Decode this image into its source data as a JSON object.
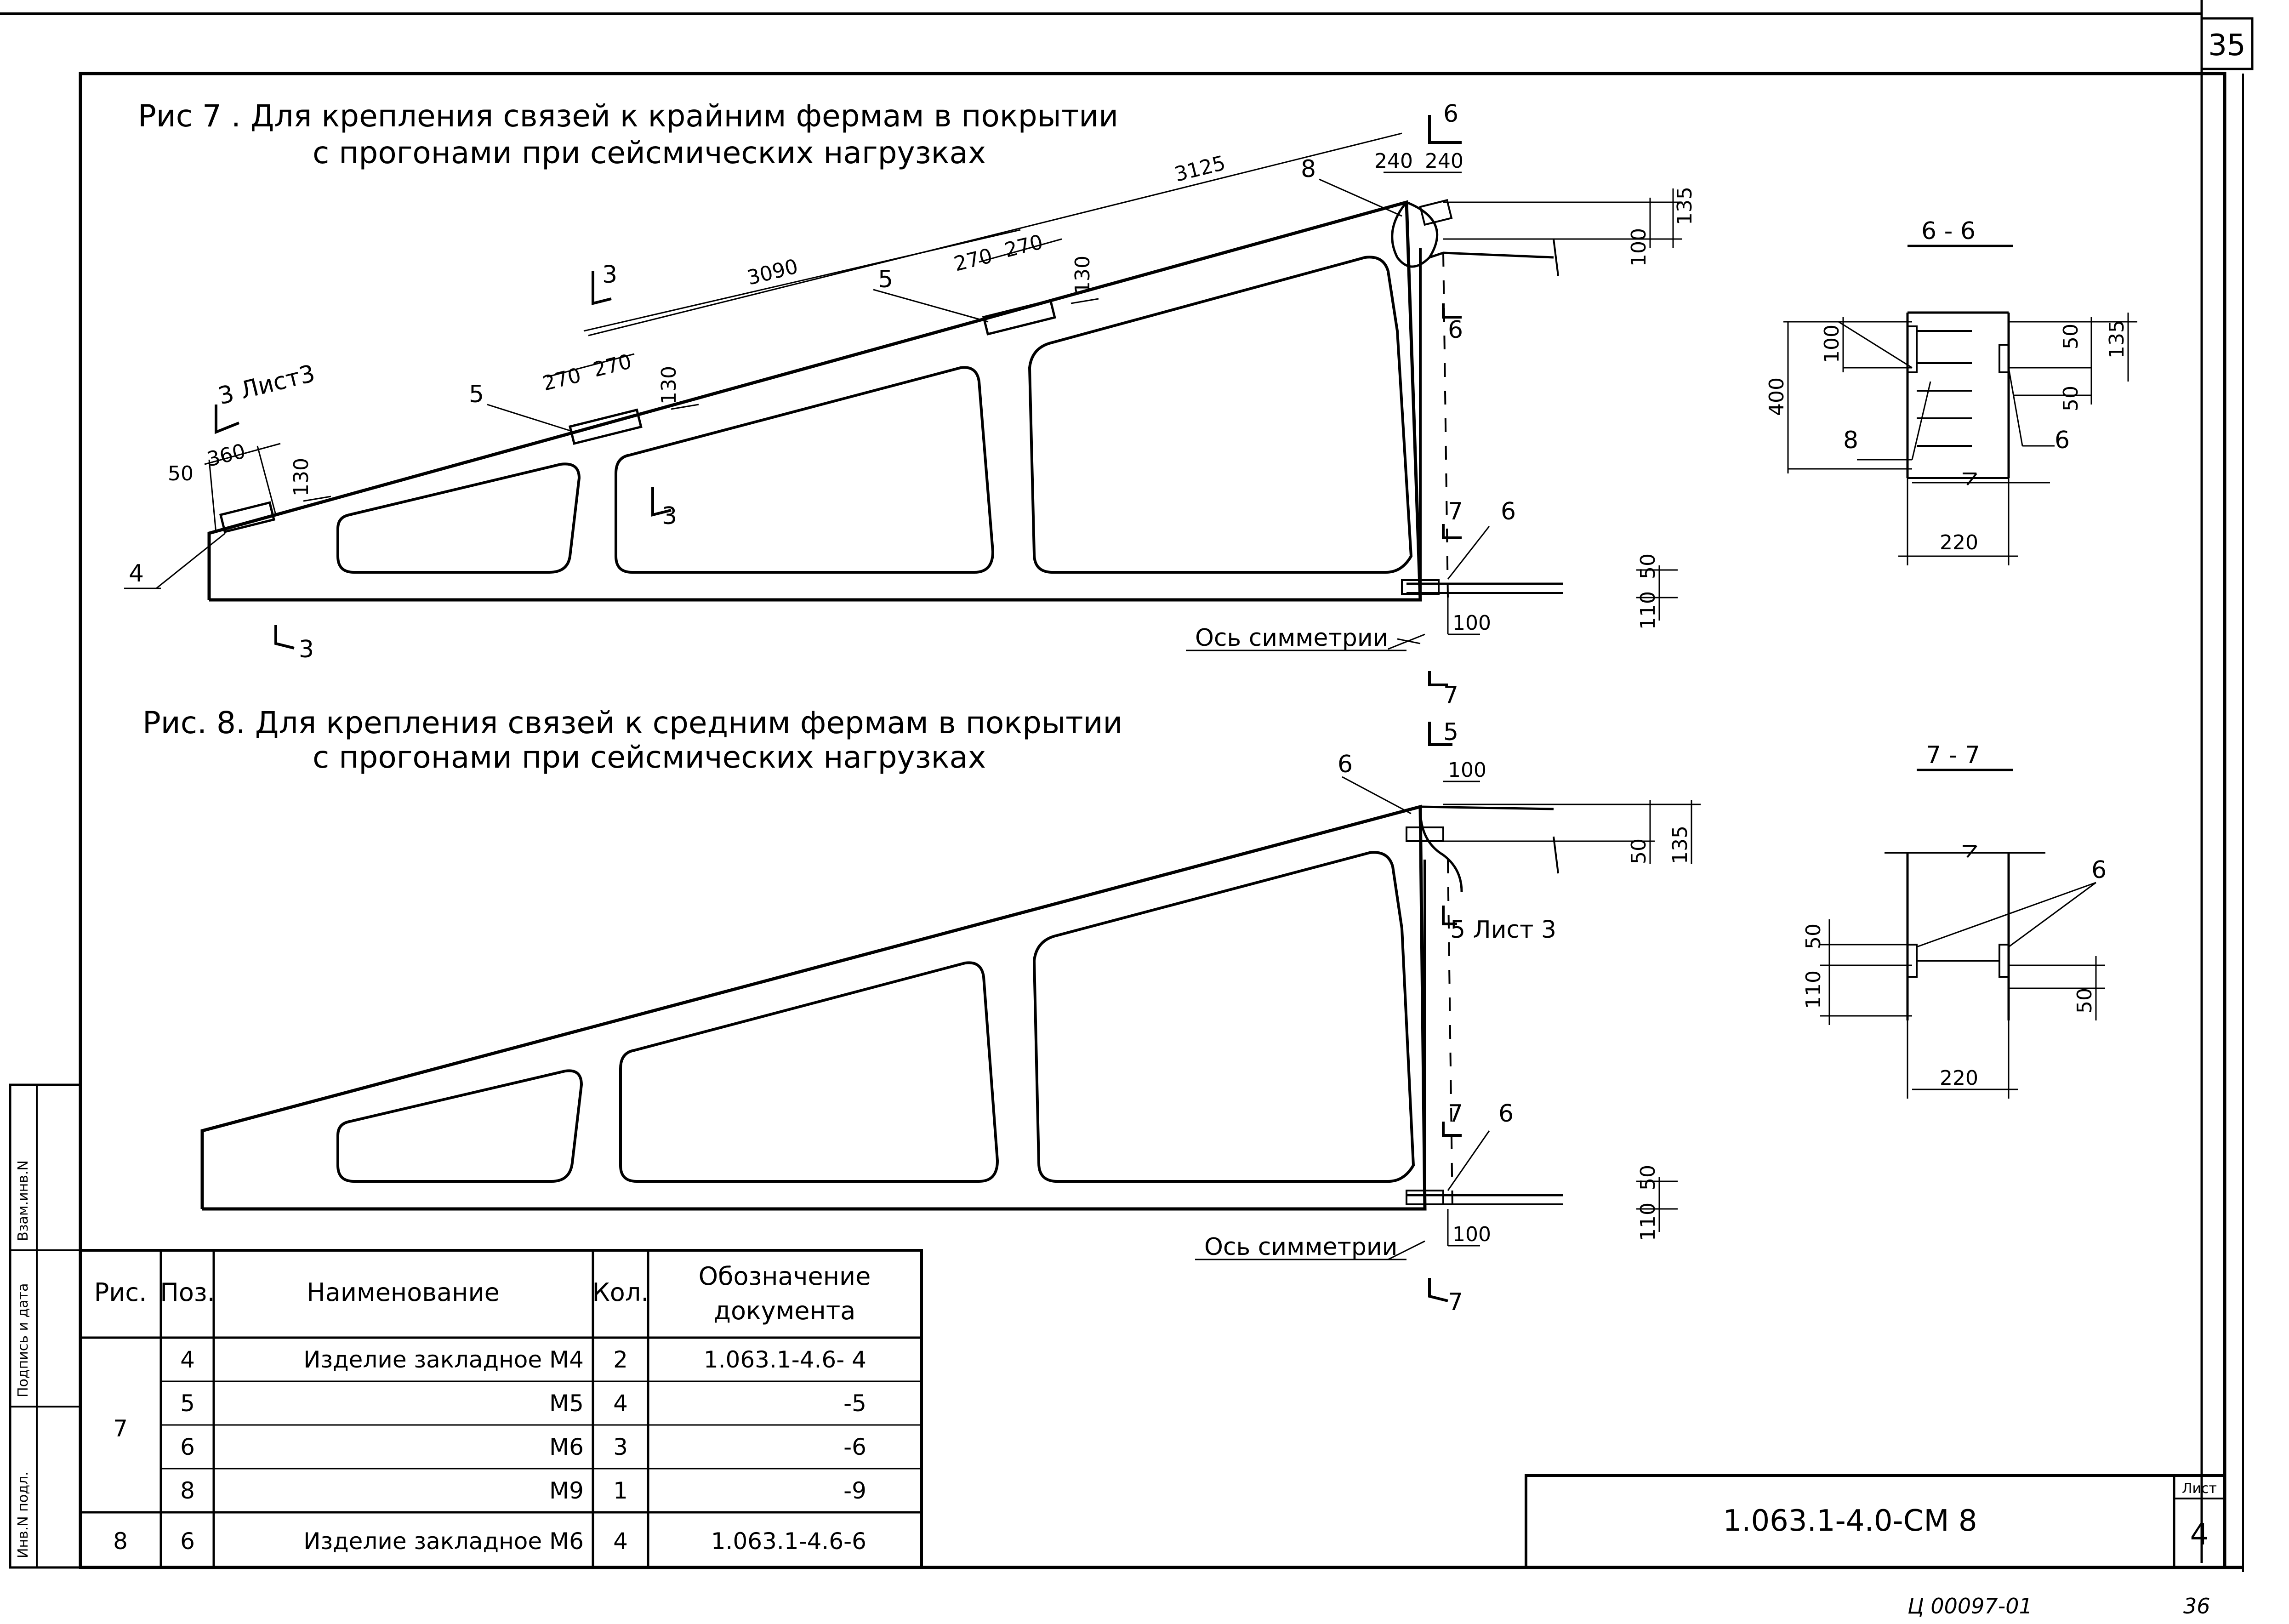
{
  "sheet_number_top": "35",
  "figure7": {
    "title_line1": "Рис 7 . Для крепления связей к крайним фермам в покрытии",
    "title_line2": "с прогонами при сейсмических нагрузках"
  },
  "figure8": {
    "title_line1": "Рис. 8.   Для крепления связей к средним фермам в покрытии",
    "title_line2": "с прогонами при сейсмических нагрузках"
  },
  "fig7_labels": {
    "dim_3125": "3125",
    "dim_3090": "3090",
    "dim_240a": "240",
    "dim_240b": "240",
    "dim_135": "135",
    "dim_100": "100",
    "dim_270a": "270",
    "dim_270b": "270",
    "dim_270c": "270",
    "dim_270d": "270",
    "dim_130a": "130",
    "dim_130b": "130",
    "dim_130c": "130",
    "dim_50": "50",
    "dim_360": "360",
    "dim_50b": "50",
    "dim_110": "110",
    "dim_100b": "100",
    "pos_8": "8",
    "pos_5a": "5",
    "pos_5b": "5",
    "pos_4": "4",
    "pos_6": "6",
    "cut_6_top": "6",
    "cut_6_side": "6",
    "cut_3_top": "3",
    "cut_3_list": "3 Лист3",
    "cut_3_mid": "3",
    "cut_3_bot": "3",
    "cut_7": "7",
    "cut_7_bot": "7",
    "axis": "Ось симметрии"
  },
  "fig8_labels": {
    "pos_6_top": "6",
    "cut_5_top": "5",
    "dim_100": "100",
    "dim_50": "50",
    "dim_135": "135",
    "cut_5_side": "5 Лист 3",
    "cut_7": "7",
    "pos_6_bot": "6",
    "dim_50b": "50",
    "dim_110": "110",
    "dim_100b": "100",
    "axis": "Ось симметрии",
    "cut_7_bot": "7"
  },
  "section_6_6": {
    "title": "6 - 6",
    "dim_100": "100",
    "dim_50a": "50",
    "dim_135": "135",
    "dim_400": "400",
    "dim_50b": "50",
    "pos_8": "8",
    "pos_6": "6",
    "dim_220": "220"
  },
  "section_7_7": {
    "title": "7 - 7",
    "pos_6": "6",
    "dim_50": "50",
    "dim_110": "110",
    "dim_50b": "50",
    "dim_220": "220"
  },
  "spec_table": {
    "headers": [
      "Рис.",
      "Поз.",
      "Наименование",
      "Кол.",
      "Обозначение документа"
    ],
    "header_doc_line1": "Обозначение",
    "header_doc_line2": "документа",
    "rows": [
      {
        "fig": "7",
        "pos": "4",
        "name": "Изделие закладное  М4",
        "qty": "2",
        "doc": "1.063.1-4.6- 4"
      },
      {
        "fig": "",
        "pos": "5",
        "name": "М5",
        "qty": "4",
        "doc": "-5"
      },
      {
        "fig": "",
        "pos": "6",
        "name": "М6",
        "qty": "3",
        "doc": "-6"
      },
      {
        "fig": "",
        "pos": "8",
        "name": "М9",
        "qty": "1",
        "doc": "-9"
      },
      {
        "fig": "8",
        "pos": "6",
        "name": "Изделие закладное  М6",
        "qty": "4",
        "doc": "1.063.1-4.6-6"
      }
    ]
  },
  "stamp": {
    "designation": "1.063.1-4.0-СМ 8",
    "sheet_label": "Лист",
    "sheet_value": "4"
  },
  "side_stamp": {
    "inv_no": "Инв.N подл.",
    "sign_date": "Подпись и дата",
    "replace_inv": "Взам.инв.N"
  },
  "footer": {
    "code": "Ц 00097-01",
    "page": "36"
  }
}
